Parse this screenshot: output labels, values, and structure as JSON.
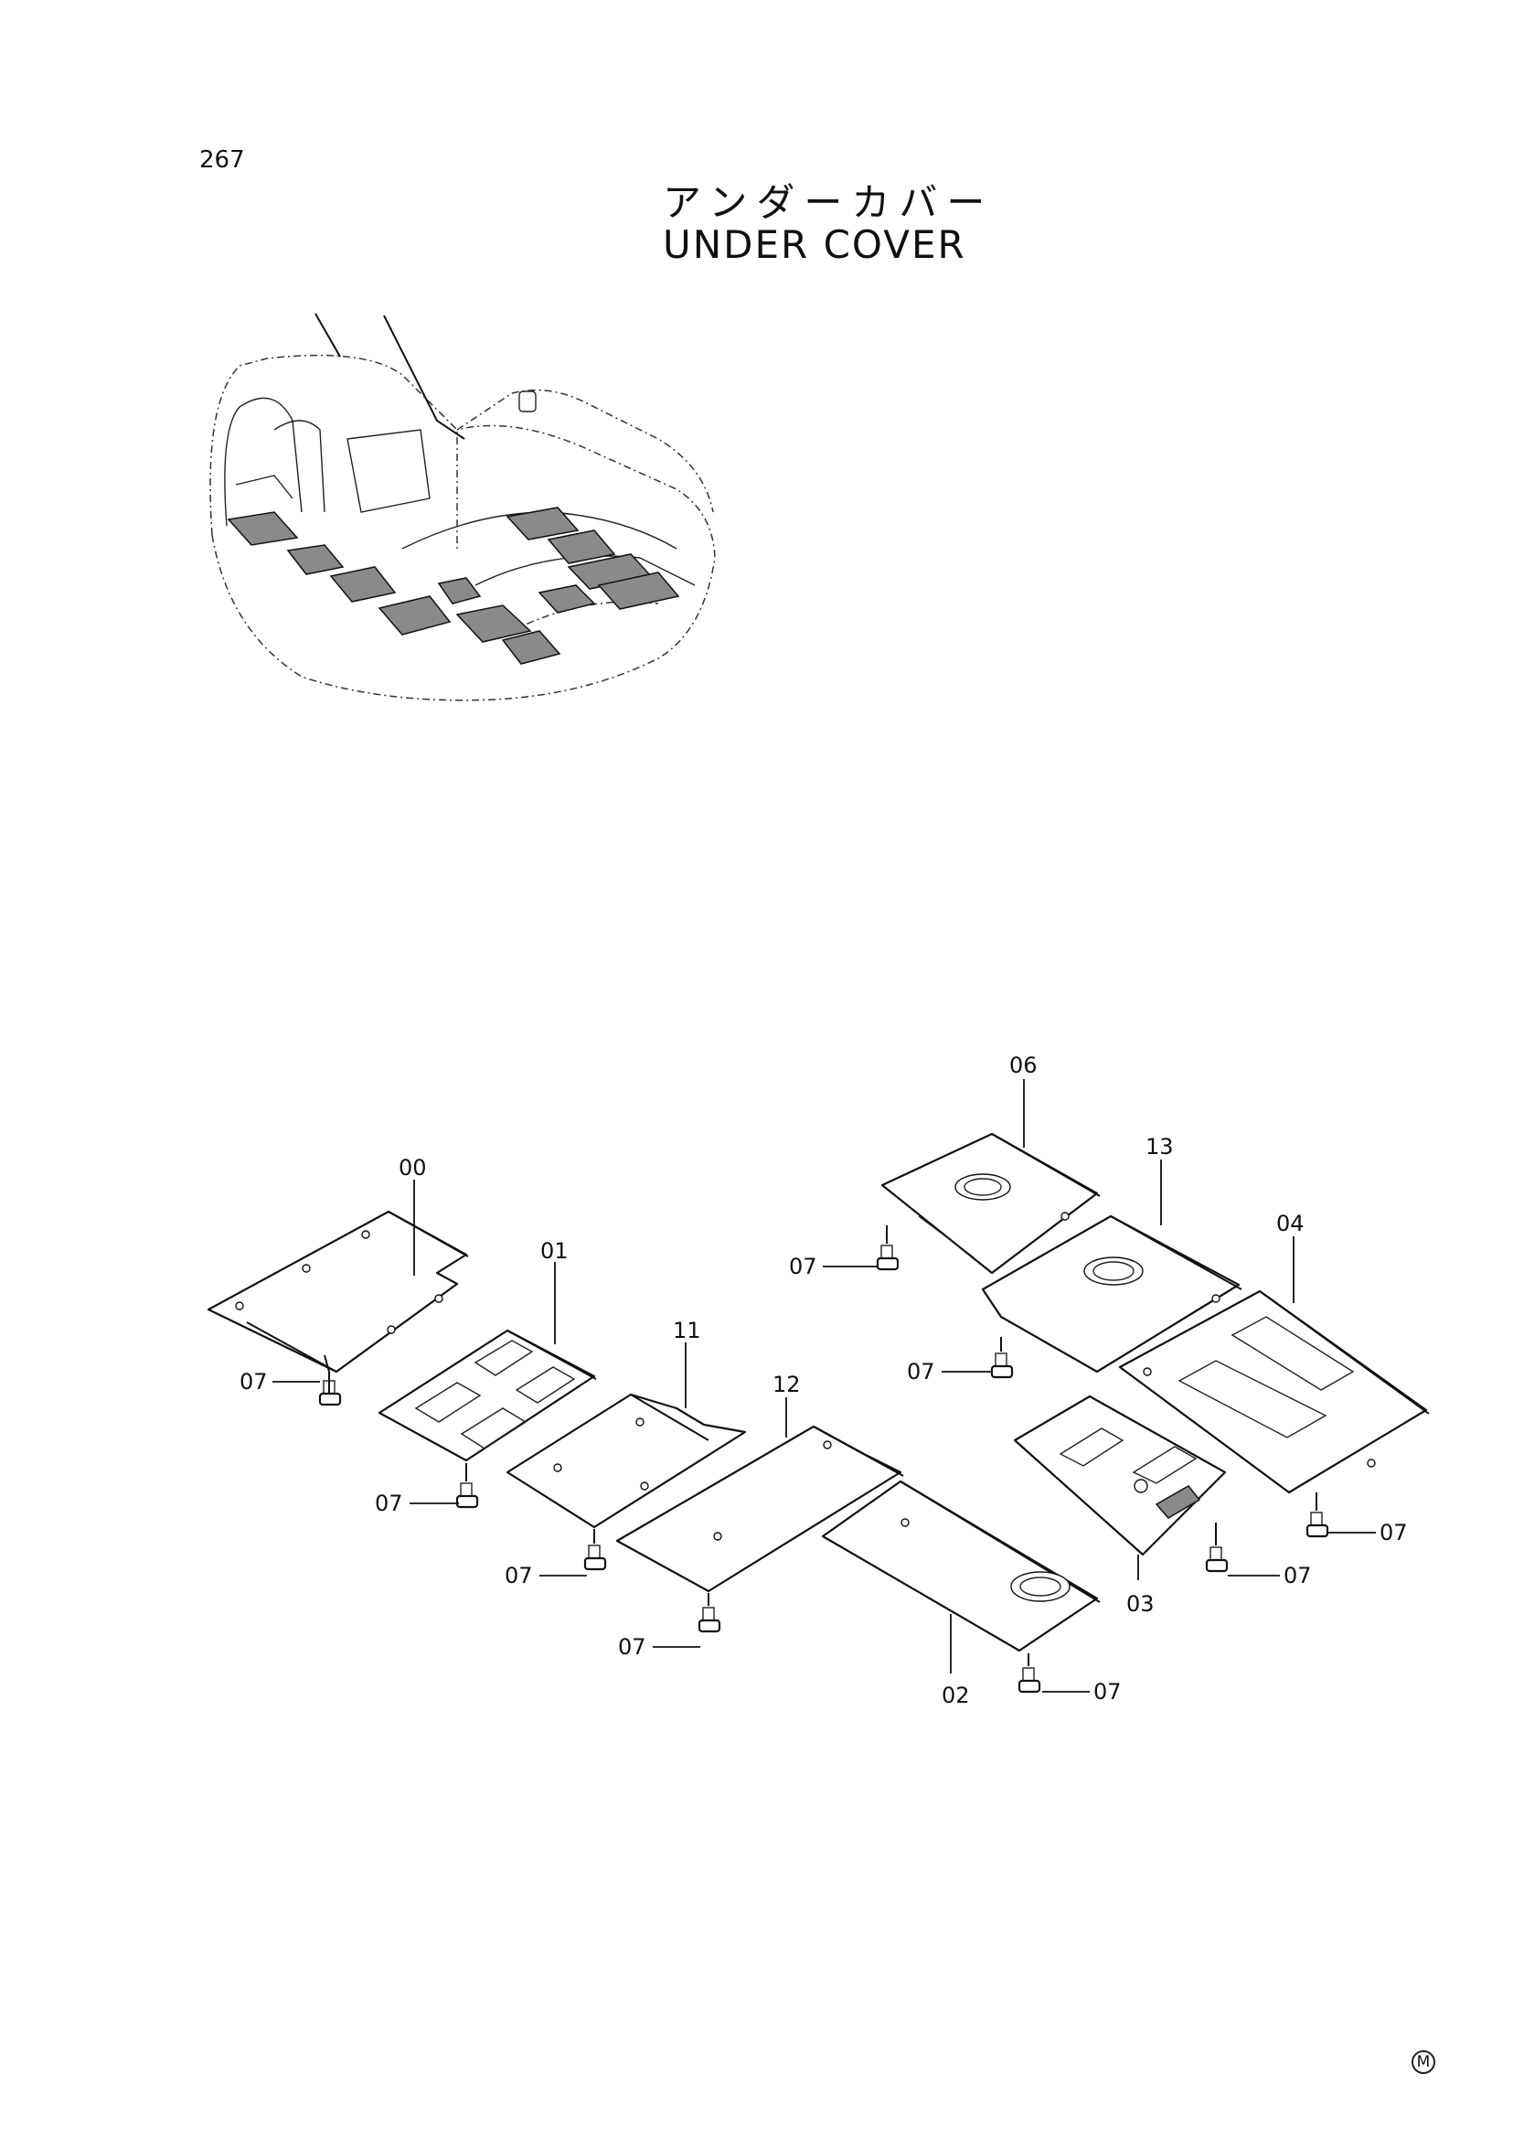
{
  "page": {
    "number": "267",
    "title_jp": "アンダーカバー",
    "title_en": "UNDER COVER",
    "corner_mark": "M"
  },
  "parts": {
    "p00": "00",
    "p01": "01",
    "p02": "02",
    "p03": "03",
    "p04": "04",
    "p06": "06",
    "p07": "07",
    "p11": "11",
    "p12": "12",
    "p13": "13"
  }
}
